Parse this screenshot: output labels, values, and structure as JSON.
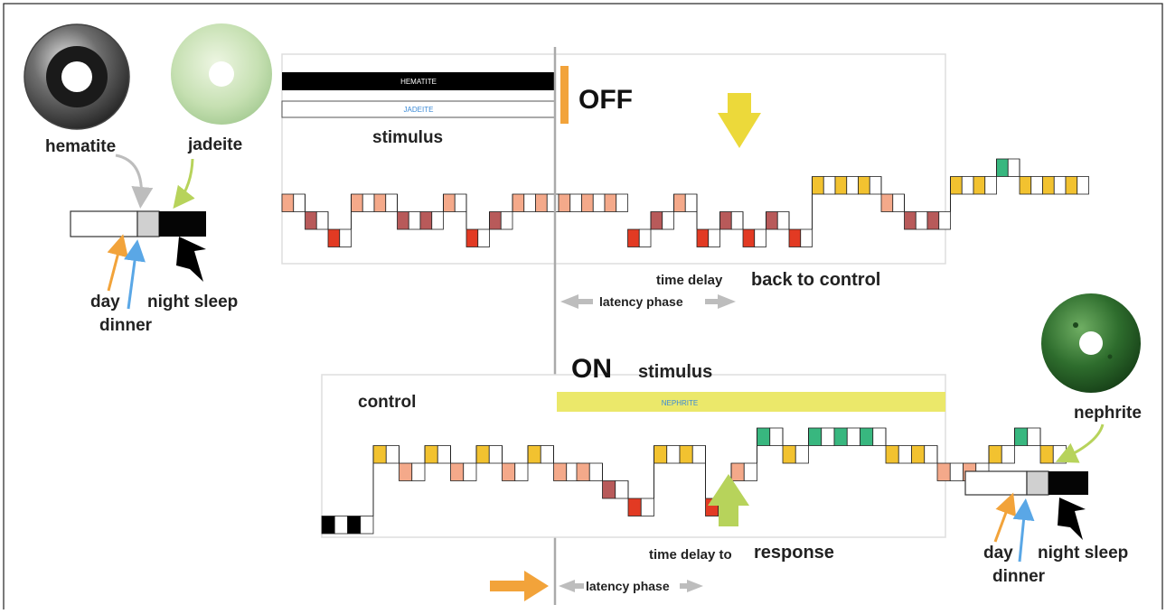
{
  "left_panel": {
    "stone1_label": "hematite",
    "stone2_label": "jadeite",
    "bar_labels": {
      "day": "day",
      "dinner": "dinner",
      "night": "night sleep"
    }
  },
  "right_panel": {
    "stone_label": "nephrite",
    "bar_labels": {
      "day": "day",
      "dinner": "dinner",
      "night": "night sleep"
    }
  },
  "top": {
    "banner_hematite": "HEMATITE",
    "banner_jadeite": "JADEITE",
    "stimulus": "stimulus",
    "off": "OFF",
    "time_delay": "time delay",
    "back_to_control": "back to control",
    "latency_phase": "latency phase",
    "states": [
      1,
      2,
      3,
      1,
      1,
      2,
      2,
      1,
      3,
      2,
      1,
      1,
      1,
      1,
      1,
      3,
      2,
      1,
      3,
      2,
      3,
      2,
      3,
      0,
      0,
      0,
      1,
      2,
      2,
      0,
      0,
      -1,
      0,
      0,
      0
    ]
  },
  "bottom": {
    "on": "ON",
    "stimulus": "stimulus",
    "control": "control",
    "banner_nephrite": "NEPHRITE",
    "time_delay_to": "time delay  to",
    "response": "response",
    "latency_phase": "latency phase",
    "states": [
      4,
      4,
      0,
      1,
      0,
      1,
      0,
      1,
      0,
      1,
      1,
      2,
      3,
      0,
      0,
      3,
      1,
      -1,
      0,
      -1,
      -1,
      -1,
      0,
      0,
      1,
      1,
      0,
      -1,
      0
    ]
  },
  "colors": {
    "ch0": "#f2c230",
    "ch1": "#f4a98a",
    "ch2": "#b85a5a",
    "ch3": "#e23a23",
    "chm1": "#38b77f",
    "orange_arrow": "#f2a33a",
    "blue_arrow": "#5aa7e6",
    "green_arrow": "#b7d35b",
    "grey_arrow": "#bdbdbd",
    "yellow_arrow": "#ecd93a",
    "nephrite_band": "#ebe86a",
    "off_bar": "#f2a33a"
  }
}
